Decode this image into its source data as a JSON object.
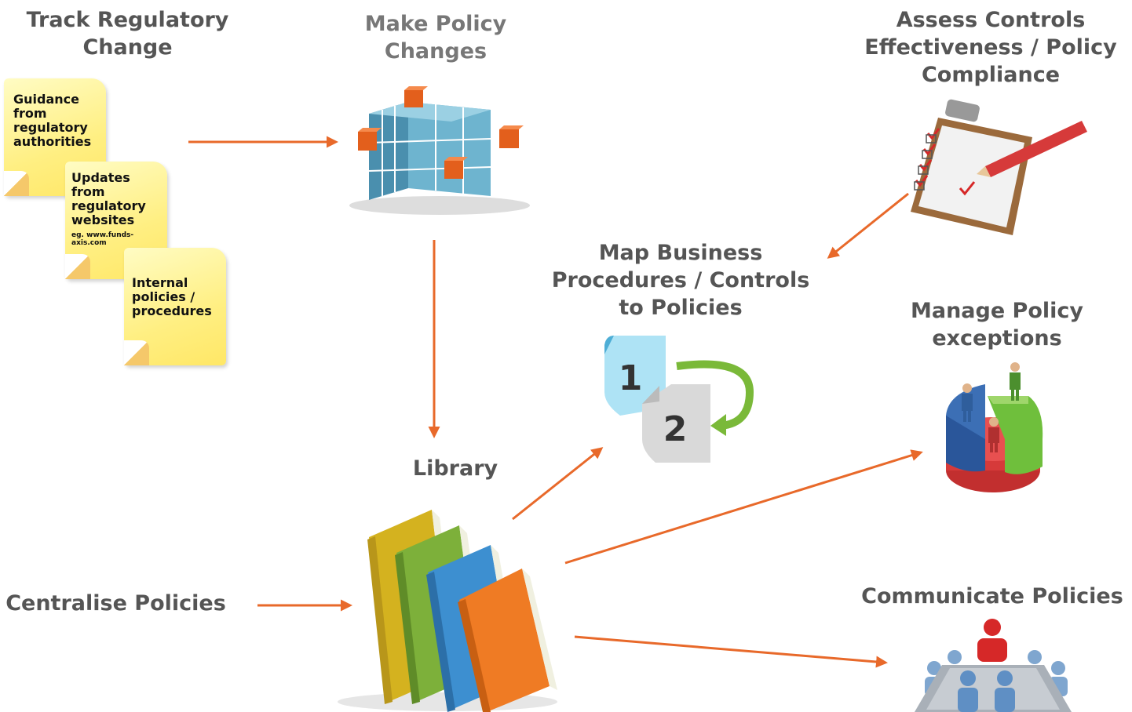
{
  "headings": {
    "track": "Track Regulatory\nChange",
    "make_policy": "Make Policy\nChanges",
    "assess": "Assess Controls\nEffectiveness / Policy\nCompliance",
    "map": "Map Business\nProcedures / Controls\nto Policies",
    "manage": "Manage Policy\nexceptions",
    "library": "Library",
    "centralise": "Centralise Policies",
    "communicate": "Communicate Policies"
  },
  "notes": [
    {
      "text": "Guidance\nfrom\nregulatory\nauthorities"
    },
    {
      "text": "Updates\nfrom\nregulatory\nwebsites",
      "small": "eg. www.funds-axis.com"
    },
    {
      "text": "Internal\npolicies /\nprocedures"
    }
  ],
  "map_docs": {
    "first": "1",
    "second": "2"
  },
  "colors": {
    "arrow": "#e8692a",
    "heading": "#555555",
    "note": "#ffef82",
    "cube_blue": "#5ba3c0",
    "cube_orange": "#e35f1c",
    "recycle_green": "#7ab939"
  },
  "icons": [
    "cube-matrix-icon",
    "clipboard-checklist-icon",
    "document-sequence-icon",
    "pie-chart-people-icon",
    "books-library-icon",
    "meeting-table-icon"
  ]
}
